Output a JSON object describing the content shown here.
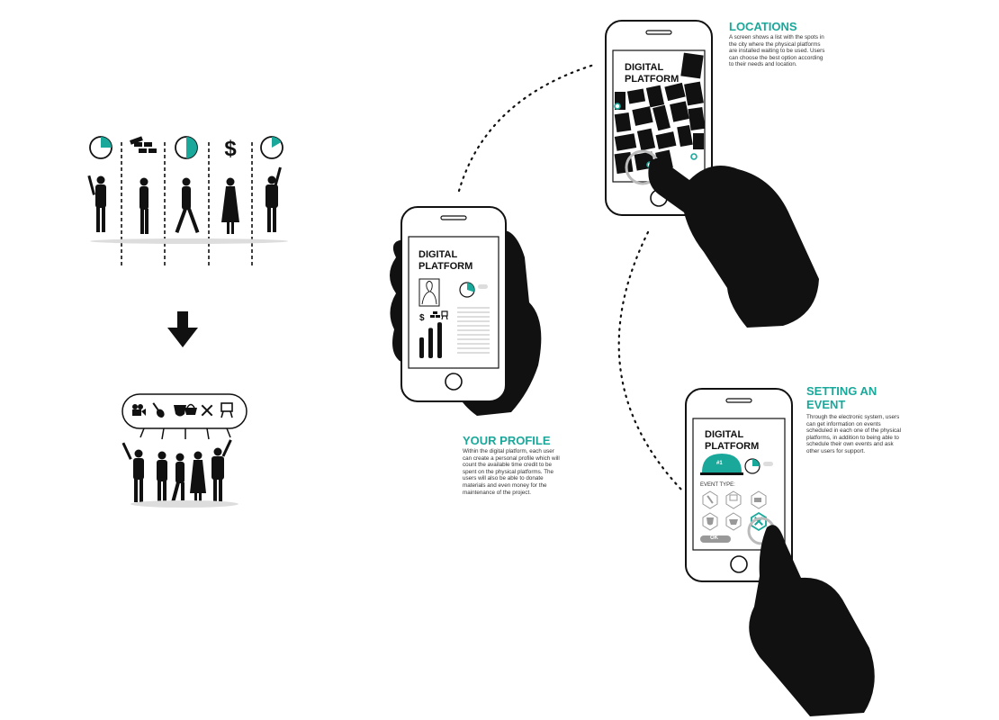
{
  "colors": {
    "accent": "#1aa89b",
    "ink": "#111111",
    "paper": "#ffffff"
  },
  "icons": {
    "left_timeline": [
      "clock-icon",
      "bricks-icon",
      "clock-icon",
      "dollar-icon",
      "clock-icon"
    ],
    "bubble": [
      "film-camera-icon",
      "guitar-icon",
      "theater-mask-icon",
      "basket-icon",
      "tools-icon",
      "easel-icon"
    ],
    "event_types": [
      "guitar-icon",
      "easel-icon",
      "film-camera-icon",
      "theater-mask-icon",
      "basket-icon",
      "tools-icon"
    ]
  },
  "locations": {
    "heading": "LOCATIONS",
    "body": "A screen shows a list with the spots in the city where the physical platforms are installed waiting to be used. Users can choose the best option according to their needs and location.",
    "screen_title": "DIGITAL\nPLATFORM"
  },
  "profile": {
    "heading": "YOUR PROFILE",
    "body": "Within the digital platform, each user can create a personal profile which will count the available time credit to be spent on the physical platforms. The users will also be able to donate materials and even money for the maintenance of the project.",
    "screen_title": "DIGITAL\nPLATFORM",
    "bars": [
      0.55,
      0.8,
      0.95
    ],
    "time_credit_fraction": 0.3
  },
  "event": {
    "heading": "SETTING AN\nEVENT",
    "body": "Through the electronic system, users can get information on events scheduled in each one of the physical platforms, in addition to being able to schedule their own events and ask other users for support.",
    "screen_title": "DIGITAL\nPLATFORM",
    "badge": "#1",
    "event_type_label": "EVENT TYPE:",
    "ok_label": "OK"
  }
}
